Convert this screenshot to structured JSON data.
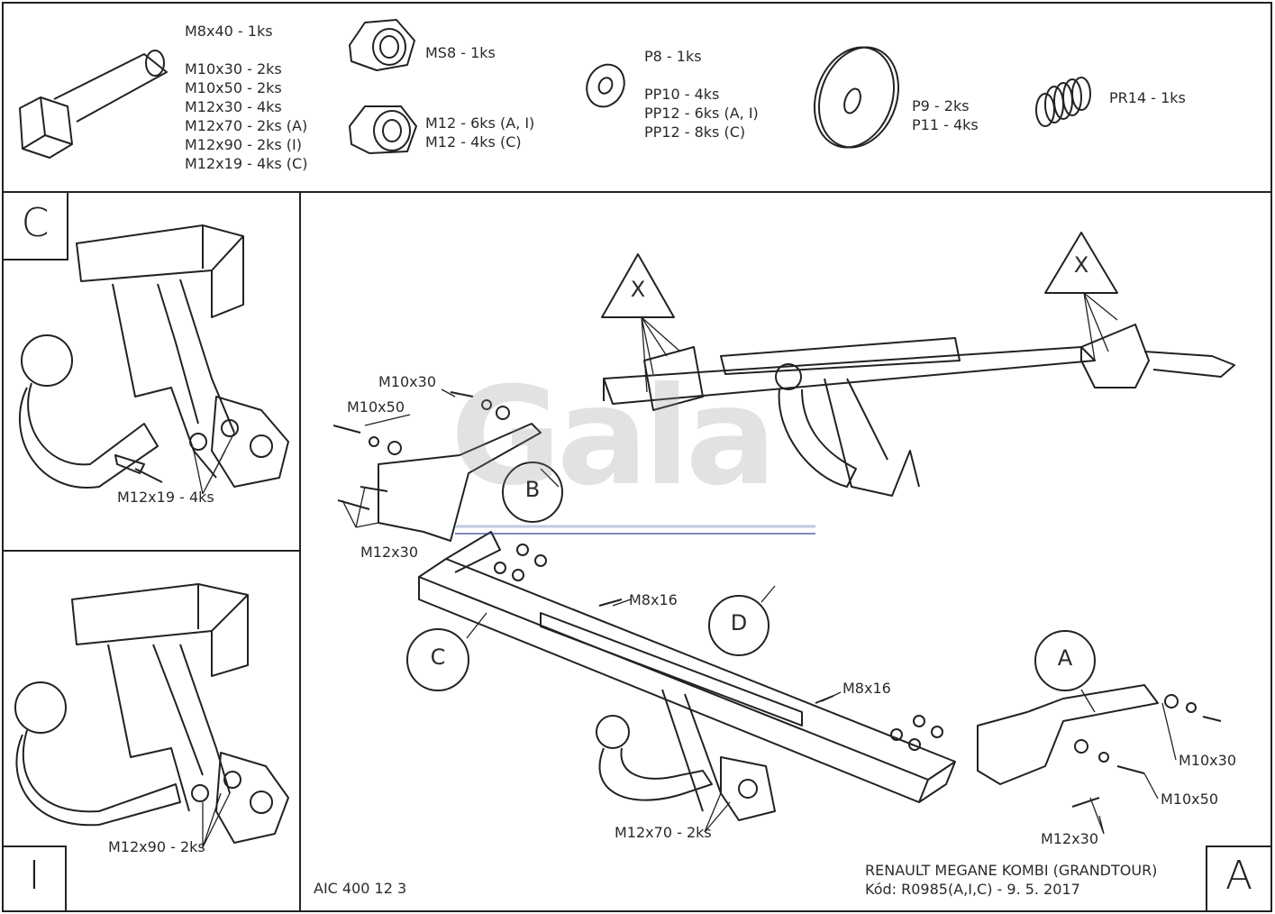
{
  "parts": {
    "bolt": [
      "M8x40 - 1ks",
      "M10x30 - 2ks",
      "M10x50 - 2ks",
      "M12x30 - 4ks",
      "M12x70 - 2ks (A)",
      "M12x90 - 2ks (I)",
      "M12x19 - 4ks (C)"
    ],
    "nut_ms8": "MS8 - 1ks",
    "nut_m12": [
      "M12 - 6ks (A, I)",
      "M12 - 4ks (C)"
    ],
    "washer_small": [
      "P8 - 1ks",
      "PP10 - 4ks",
      "PP12 - 6ks (A, I)",
      "PP12 - 8ks (C)"
    ],
    "washer_large": [
      "P9 - 2ks",
      "P11 - 4ks"
    ],
    "spring": "PR14 - 1ks"
  },
  "variants": {
    "c": "C",
    "i": "I",
    "a": "A"
  },
  "panel_c": {
    "label": "M12x19 - 4ks"
  },
  "panel_i": {
    "label": "M12x90 - 2ks"
  },
  "main": {
    "callouts": {
      "b": "B",
      "c": "C",
      "d": "D",
      "a": "A",
      "x1": "X",
      "x2": "X"
    },
    "labels": {
      "m10x30_left": "M10x30",
      "m10x50_left": "M10x50",
      "m12x30_left": "M12x30",
      "m8x16_top": "M8x16",
      "m8x16_right": "M8x16",
      "m10x30_right": "M10x30",
      "m10x50_right": "M10x50",
      "m12x30_right": "M12x30",
      "m12x70": "M12x70 - 2ks"
    },
    "watermark": "Gala"
  },
  "footer": {
    "code_left": "AIC 400 12 3",
    "vehicle": "RENAULT MEGANE KOMBI (GRANDTOUR)",
    "code": "Kód: R0985(A,I,C) - 9. 5. 2017"
  }
}
